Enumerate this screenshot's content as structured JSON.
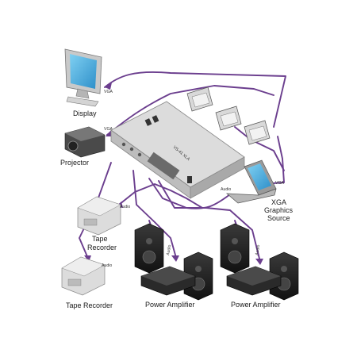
{
  "devices": {
    "display": {
      "label": "Display"
    },
    "projector": {
      "label": "Projector"
    },
    "xga_source": {
      "label_line1": "XGA",
      "label_line2": "Graphics",
      "label_line3": "Source"
    },
    "tape_recorder_1": {
      "label_line1": "Tape",
      "label_line2": "Recorder"
    },
    "tape_recorder_2": {
      "label": "Tape Recorder"
    },
    "power_amplifier_1": {
      "label": "Power Amplifier"
    },
    "power_amplifier_2": {
      "label": "Power Amplifier"
    },
    "switcher": {
      "front_text": "VS-41 XLA"
    }
  },
  "signals": {
    "display_vga": "VGA",
    "projector_vga": "VGA",
    "source_vga": "VGA",
    "source_audio": "Audio",
    "tape1_audio": "Audio",
    "tape2_audio": "Audio",
    "amp1_audio": "Audio",
    "amp2_audio": "Audio"
  },
  "colors": {
    "cable": "#6b3e8e"
  }
}
